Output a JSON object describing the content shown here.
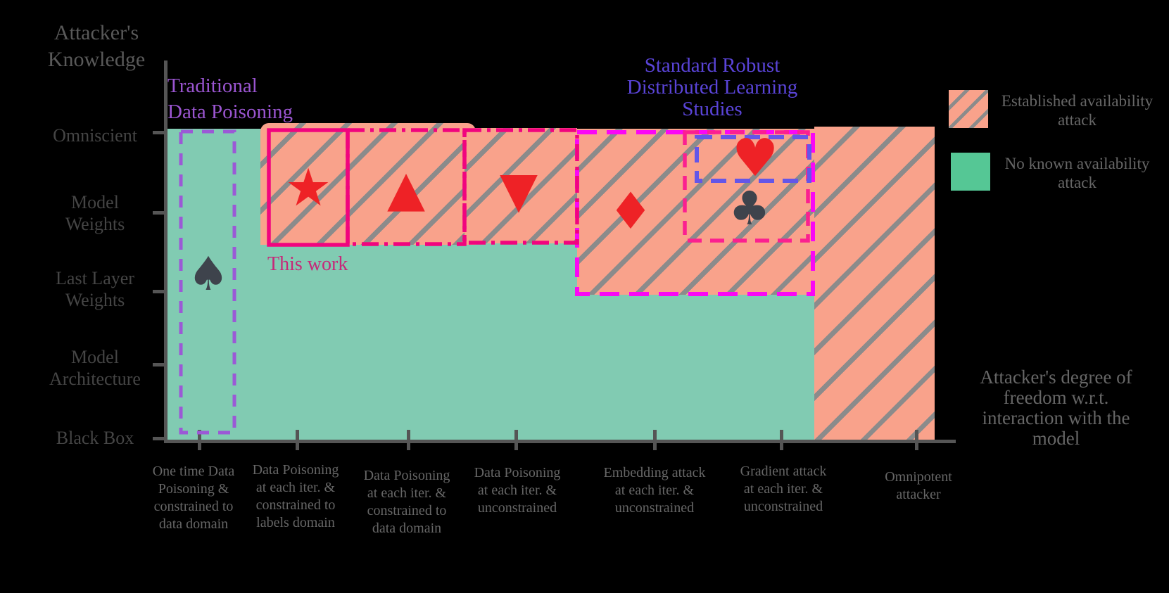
{
  "figure": {
    "y_axis": {
      "title_lines": [
        "Attacker's",
        "Knowledge"
      ],
      "labels": [
        {
          "lines": [
            "Omniscient",
            ""
          ]
        },
        {
          "lines": [
            "Model",
            "Weights"
          ]
        },
        {
          "lines": [
            "Last Layer",
            "Weights"
          ]
        },
        {
          "lines": [
            "Model",
            "Architecture"
          ]
        },
        {
          "lines": [
            "Black Box",
            ""
          ]
        }
      ]
    },
    "x_axis": {
      "title_lines": [
        "Attacker's degree of",
        "freedom w.r.t.",
        "interaction with the",
        "model"
      ],
      "labels": [
        {
          "lines": [
            "One time Data",
            "Poisoning &",
            "constrained to",
            "data domain"
          ]
        },
        {
          "lines": [
            "Data Poisoning",
            "at each iter. &",
            "constrained to",
            "labels domain"
          ]
        },
        {
          "lines": [
            "Data Poisoning",
            "at each iter. &",
            "constrained to",
            "data domain"
          ]
        },
        {
          "lines": [
            "Data Poisoning",
            "at each iter. &",
            "unconstrained",
            ""
          ]
        },
        {
          "lines": [
            "Embedding attack",
            "at each iter. &",
            "unconstrained",
            ""
          ]
        },
        {
          "lines": [
            "Gradient attack",
            "at each iter. &",
            "unconstrained",
            ""
          ]
        },
        {
          "lines": [
            "Omnipotent",
            "attacker",
            "",
            ""
          ]
        }
      ]
    },
    "annotations": {
      "traditional": {
        "lines": [
          "Traditional",
          "Data Poisoning"
        ],
        "color": "#9a55d0"
      },
      "standard": {
        "lines": [
          "Standard Robust",
          "Distributed Learning",
          "Studies"
        ],
        "color": "#5a44d8"
      },
      "this_work": {
        "text": "This work",
        "color": "#c62879"
      }
    },
    "legend": [
      {
        "label_lines": [
          "Established availability",
          "attack"
        ],
        "swatch": "hatched-orange"
      },
      {
        "label_lines": [
          "No known availability",
          "attack"
        ],
        "swatch": "green"
      }
    ],
    "symbols": {
      "spade": {
        "glyph": "♠",
        "color": "#3e434c"
      },
      "star": {
        "glyph": "★",
        "color": "#ee2226"
      },
      "triangle_up": {
        "glyph": "▲",
        "color": "#ee2226"
      },
      "triangle_down": {
        "glyph": "▼",
        "color": "#ee2226"
      },
      "diamond": {
        "glyph": "♦",
        "color": "#ee2226"
      },
      "heart": {
        "glyph": "♥",
        "color": "#ee2226"
      },
      "club": {
        "glyph": "♣",
        "color": "#3e434c"
      }
    },
    "colors": {
      "background": "#000000",
      "green_region": "#81cbb2",
      "legend_green": "#55c795",
      "orange_region": "#f9a28b",
      "hatch": "#8b8b8b",
      "axis": "#555555",
      "y_label": "#454545",
      "x_label": "#666666",
      "deep_pink_box": "#f1047e",
      "fuchsia_box": "#fa07f5",
      "hot_pink_box": "#fb2090",
      "blue_violet_box": "#6456e8",
      "purple_box": "#9b59d6"
    }
  }
}
